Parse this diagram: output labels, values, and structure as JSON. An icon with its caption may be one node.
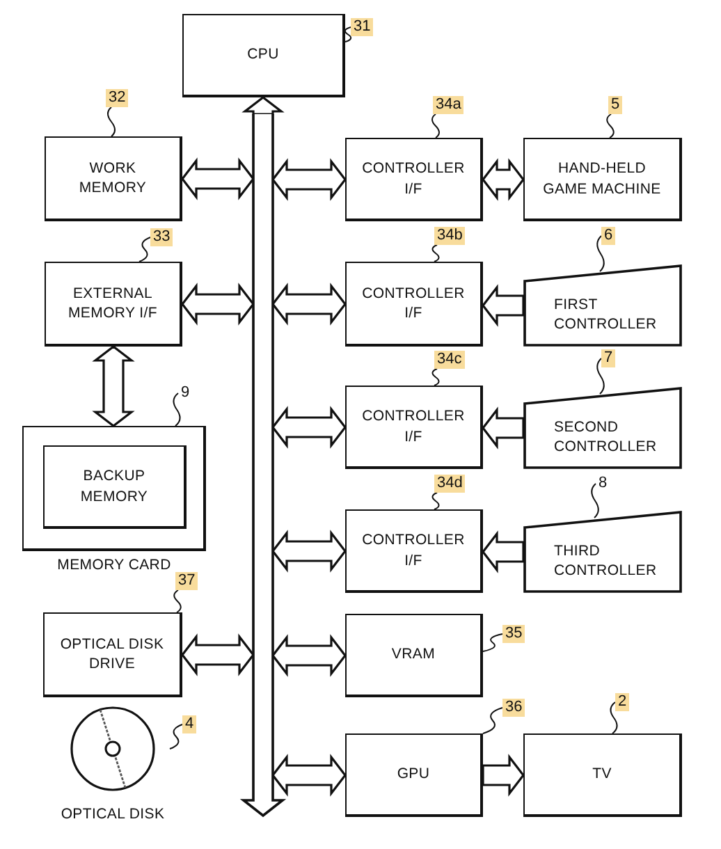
{
  "diagram": {
    "nodes": [
      {
        "text": [
          "CPU"
        ]
      },
      {
        "text": [],
        "shape": "bar"
      },
      {
        "text": [
          "WORK MEMORY"
        ]
      },
      {
        "text": [
          "EXTERNAL MEMORY I/F"
        ]
      },
      {
        "text": [
          "MEMORY CARD"
        ]
      },
      {
        "text": [
          "BACKUP MEMORY"
        ],
        "in": 4
      },
      {
        "text": [
          "OPTICAL DISK DRIVE"
        ]
      },
      {
        "text": [
          "OPTICAL DISK"
        ]
      },
      {
        "text": [
          "CONTROLLER I/F"
        ]
      },
      {
        "text": [
          "HAND-HELD GAME MACHINE"
        ]
      },
      {
        "text": [
          "CONTROLLER I/F"
        ]
      },
      {
        "text": [
          "FIRST CONTROLLER"
        ]
      },
      {
        "text": [
          "CONTROLLER I/F"
        ]
      },
      {
        "text": [
          "SECOND CONTROLLER"
        ]
      },
      {
        "text": [
          "CONTROLLER I/F"
        ]
      },
      {
        "text": [
          "THIRD CONTROLLER"
        ]
      },
      {
        "text": [
          "VRAM"
        ]
      },
      {
        "text": [
          "GPU"
        ]
      },
      {
        "text": [
          "TV"
        ]
      },
      {
        "text": [
          "31"
        ]
      },
      {
        "text": [
          "32"
        ]
      },
      {
        "text": [
          "33"
        ]
      },
      {
        "text": [
          "9"
        ]
      },
      {
        "text": [
          "37"
        ]
      },
      {
        "text": [
          "4"
        ]
      },
      {
        "text": [
          "34a"
        ]
      },
      {
        "text": [
          "5"
        ]
      },
      {
        "text": [
          "34b"
        ]
      },
      {
        "text": [
          "6"
        ]
      },
      {
        "text": [
          "34c"
        ]
      },
      {
        "text": [
          "7"
        ]
      },
      {
        "text": [
          "34d"
        ]
      },
      {
        "text": [
          "8"
        ]
      },
      {
        "text": [
          "35"
        ]
      },
      {
        "text": [
          "36"
        ]
      },
      {
        "text": [
          "2"
        ]
      }
    ],
    "edges": [
      {
        "from": 1,
        "to": 0,
        "arrow": "to",
        "style": "thick"
      },
      {
        "from": 2,
        "to": 1,
        "arrow": "both",
        "style": "thick"
      },
      {
        "from": 3,
        "to": 1,
        "arrow": "both",
        "style": "thick"
      },
      {
        "from": 3,
        "to": 4,
        "arrow": "both",
        "style": "thick"
      },
      {
        "from": 6,
        "to": 1,
        "arrow": "both",
        "style": "thick"
      },
      {
        "from": 1,
        "to": 8,
        "arrow": "both",
        "style": "thick"
      },
      {
        "from": 8,
        "to": 9,
        "arrow": "both",
        "style": "thick"
      },
      {
        "from": 1,
        "to": 10,
        "arrow": "both",
        "style": "thick"
      },
      {
        "from": 11,
        "to": 10,
        "arrow": "to",
        "style": "thick"
      },
      {
        "from": 1,
        "to": 12,
        "arrow": "both",
        "style": "thick"
      },
      {
        "from": 13,
        "to": 12,
        "arrow": "to",
        "style": "thick"
      },
      {
        "from": 1,
        "to": 14,
        "arrow": "both",
        "style": "thick"
      },
      {
        "from": 15,
        "to": 14,
        "arrow": "to",
        "style": "thick"
      },
      {
        "from": 1,
        "to": 16,
        "arrow": "both",
        "style": "thick"
      },
      {
        "from": 1,
        "to": 17,
        "arrow": "both",
        "style": "thick"
      },
      {
        "from": 17,
        "to": 18,
        "arrow": "to",
        "style": "thick"
      },
      {
        "from": 19,
        "to": 0,
        "arrow": "none"
      },
      {
        "from": 20,
        "to": 2,
        "arrow": "none"
      },
      {
        "from": 21,
        "to": 3,
        "arrow": "none"
      },
      {
        "from": 22,
        "to": 4,
        "arrow": "none"
      },
      {
        "from": 23,
        "to": 6,
        "arrow": "none"
      },
      {
        "from": 24,
        "to": 7,
        "arrow": "none"
      },
      {
        "from": 25,
        "to": 8,
        "arrow": "none"
      },
      {
        "from": 26,
        "to": 9,
        "arrow": "none"
      },
      {
        "from": 27,
        "to": 10,
        "arrow": "none"
      },
      {
        "from": 28,
        "to": 11,
        "arrow": "none"
      },
      {
        "from": 29,
        "to": 12,
        "arrow": "none"
      },
      {
        "from": 30,
        "to": 13,
        "arrow": "none"
      },
      {
        "from": 31,
        "to": 14,
        "arrow": "none"
      },
      {
        "from": 32,
        "to": 15,
        "arrow": "none"
      },
      {
        "from": 33,
        "to": 16,
        "arrow": "none"
      },
      {
        "from": 34,
        "to": 17,
        "arrow": "none"
      },
      {
        "from": 35,
        "to": 18,
        "arrow": "none"
      }
    ]
  }
}
